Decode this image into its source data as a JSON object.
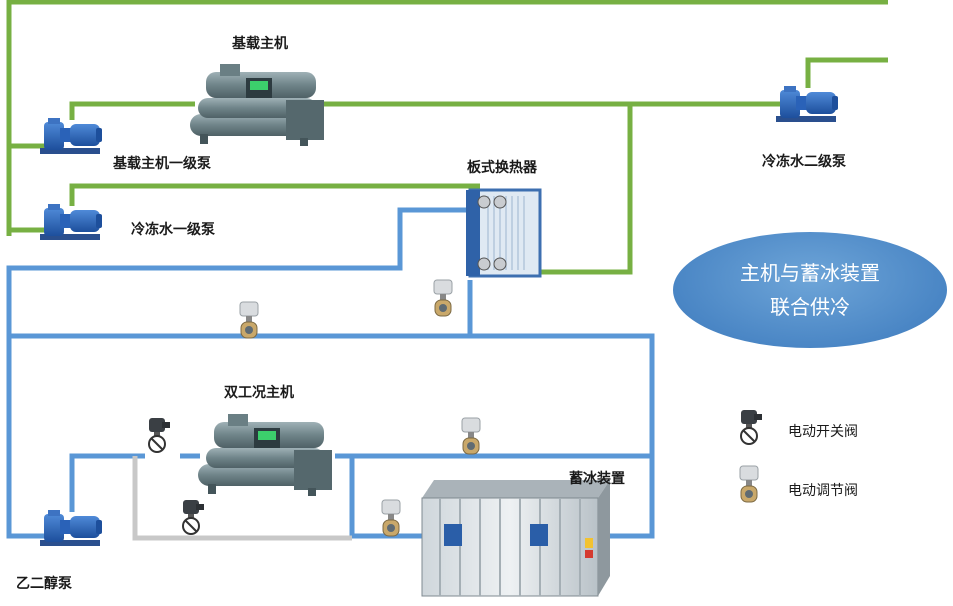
{
  "labels": {
    "base_chiller": "基载主机",
    "base_pump": "基载主机一级泵",
    "chw_pump1": "冷冻水一级泵",
    "plate_hx": "板式换热器",
    "chw_pump2": "冷冻水二级泵",
    "dual_chiller": "双工况主机",
    "ice_storage": "蓄冰装置",
    "glycol_pump": "乙二醇泵"
  },
  "callout": {
    "line1": "主机与蓄冰装置",
    "line2": "联合供冷"
  },
  "legend": {
    "onoff_valve": "电动开关阀",
    "regulating_valve": "电动调节阀"
  },
  "colors": {
    "chilled_water_pipe": "#77b043",
    "glycol_pipe": "#5a97d6",
    "bypass_pipe": "#c8c8c8",
    "callout_fill": "#4a86c5",
    "pump_blue": "#2a62b8"
  }
}
